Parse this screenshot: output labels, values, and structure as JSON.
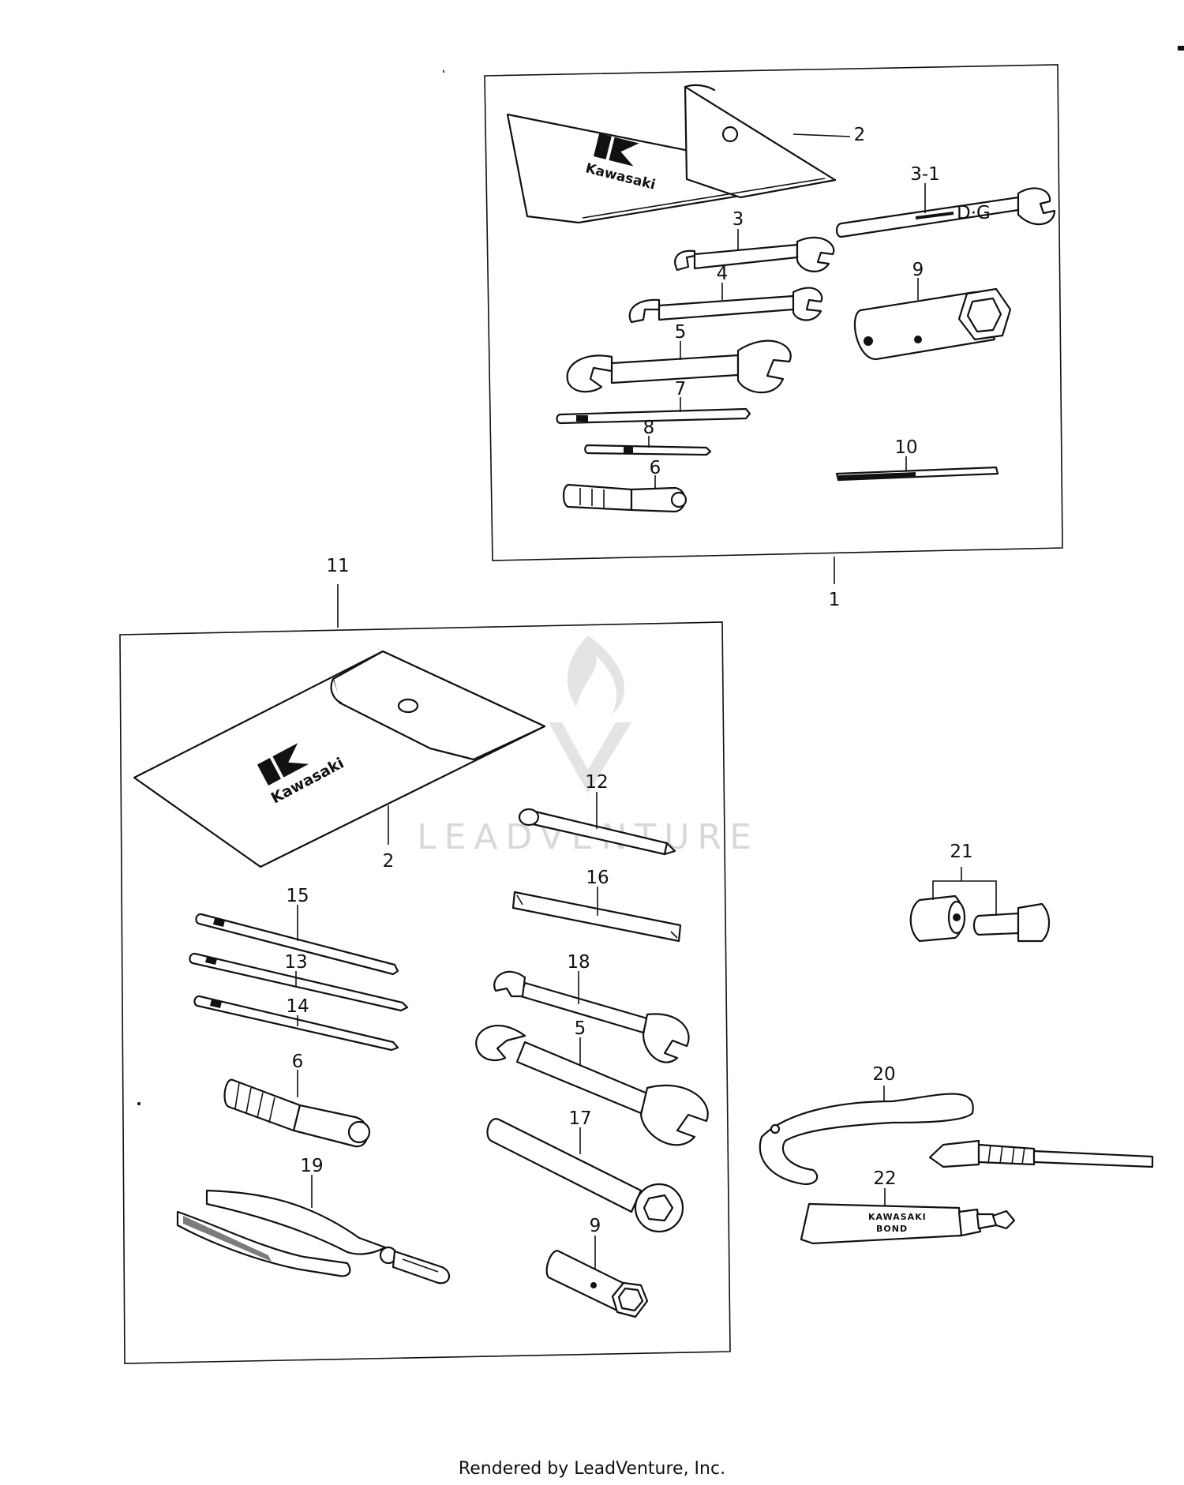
{
  "watermark": {
    "text": "LEADVENTURE"
  },
  "footer": {
    "text": "Rendered by LeadVenture, Inc."
  },
  "labels": {
    "p1": "1",
    "p2a": "2",
    "p2b": "2",
    "p3": "3",
    "p3_1": "3-1",
    "p4": "4",
    "p5a": "5",
    "p5b": "5",
    "p6a": "6",
    "p6b": "6",
    "p7": "7",
    "p8": "8",
    "p9a": "9",
    "p9b": "9",
    "p10": "10",
    "p11": "11",
    "p12": "12",
    "p13": "13",
    "p14": "14",
    "p15": "15",
    "p16": "16",
    "p17": "17",
    "p18": "18",
    "p19": "19",
    "p20": "20",
    "p21": "21",
    "p22": "22"
  },
  "bag_brand": "Kawasaki",
  "tube_text": {
    "line1": "KAWASAKI",
    "line2": "BOND"
  }
}
